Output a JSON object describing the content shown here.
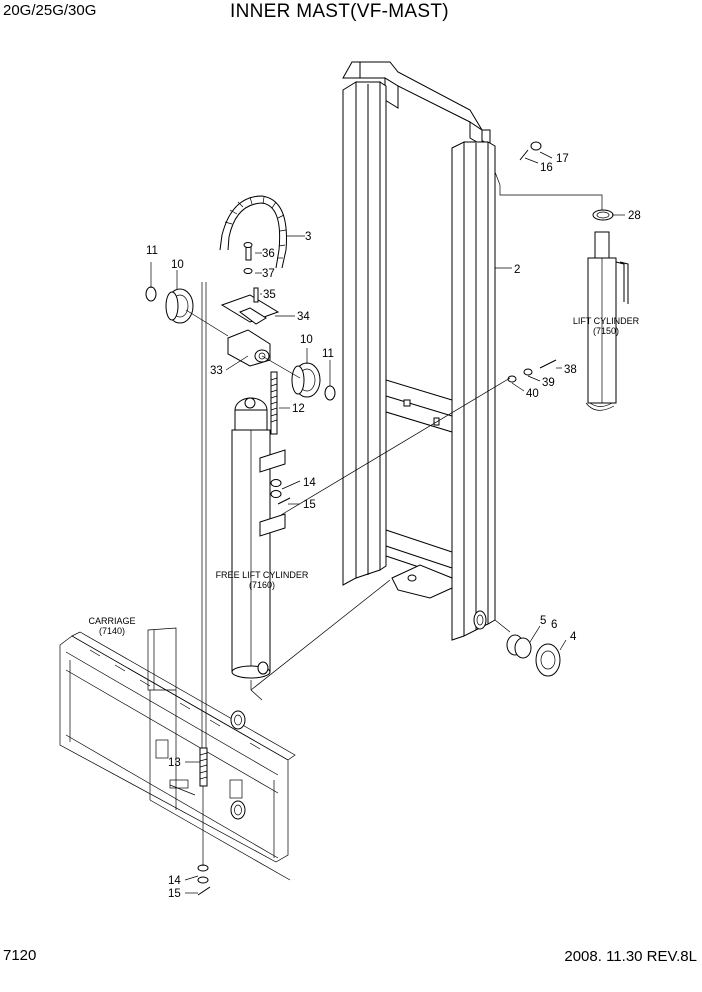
{
  "header": {
    "model": "20G/25G/30G",
    "title": "INNER MAST(VF-MAST)"
  },
  "footer": {
    "page_number": "7120",
    "revision": "2008. 11.30  REV.8L"
  },
  "part_labels": [
    {
      "id": "p2",
      "text": "2"
    },
    {
      "id": "p3",
      "text": "3"
    },
    {
      "id": "p4",
      "text": "4"
    },
    {
      "id": "p5",
      "text": "5"
    },
    {
      "id": "p6",
      "text": "6"
    },
    {
      "id": "p10a",
      "text": "10"
    },
    {
      "id": "p10b",
      "text": "10"
    },
    {
      "id": "p11a",
      "text": "11"
    },
    {
      "id": "p11b",
      "text": "11"
    },
    {
      "id": "p12",
      "text": "12"
    },
    {
      "id": "p13",
      "text": "13"
    },
    {
      "id": "p14a",
      "text": "14"
    },
    {
      "id": "p14b",
      "text": "14"
    },
    {
      "id": "p15a",
      "text": "15"
    },
    {
      "id": "p15b",
      "text": "15"
    },
    {
      "id": "p16",
      "text": "16"
    },
    {
      "id": "p17",
      "text": "17"
    },
    {
      "id": "p28",
      "text": "28"
    },
    {
      "id": "p33",
      "text": "33"
    },
    {
      "id": "p34",
      "text": "34"
    },
    {
      "id": "p35",
      "text": "35"
    },
    {
      "id": "p36",
      "text": "36"
    },
    {
      "id": "p37",
      "text": "37"
    },
    {
      "id": "p38",
      "text": "38"
    },
    {
      "id": "p39",
      "text": "39"
    },
    {
      "id": "p40",
      "text": "40"
    }
  ],
  "assembly_labels": {
    "lift_cylinder": {
      "name": "LIFT CYLINDER",
      "ref": "(7150)"
    },
    "free_lift_cylinder": {
      "name": "FREE LIFT CYLINDER",
      "ref": "(7160)"
    },
    "carriage": {
      "name": "CARRIAGE",
      "ref": "(7140)"
    }
  }
}
